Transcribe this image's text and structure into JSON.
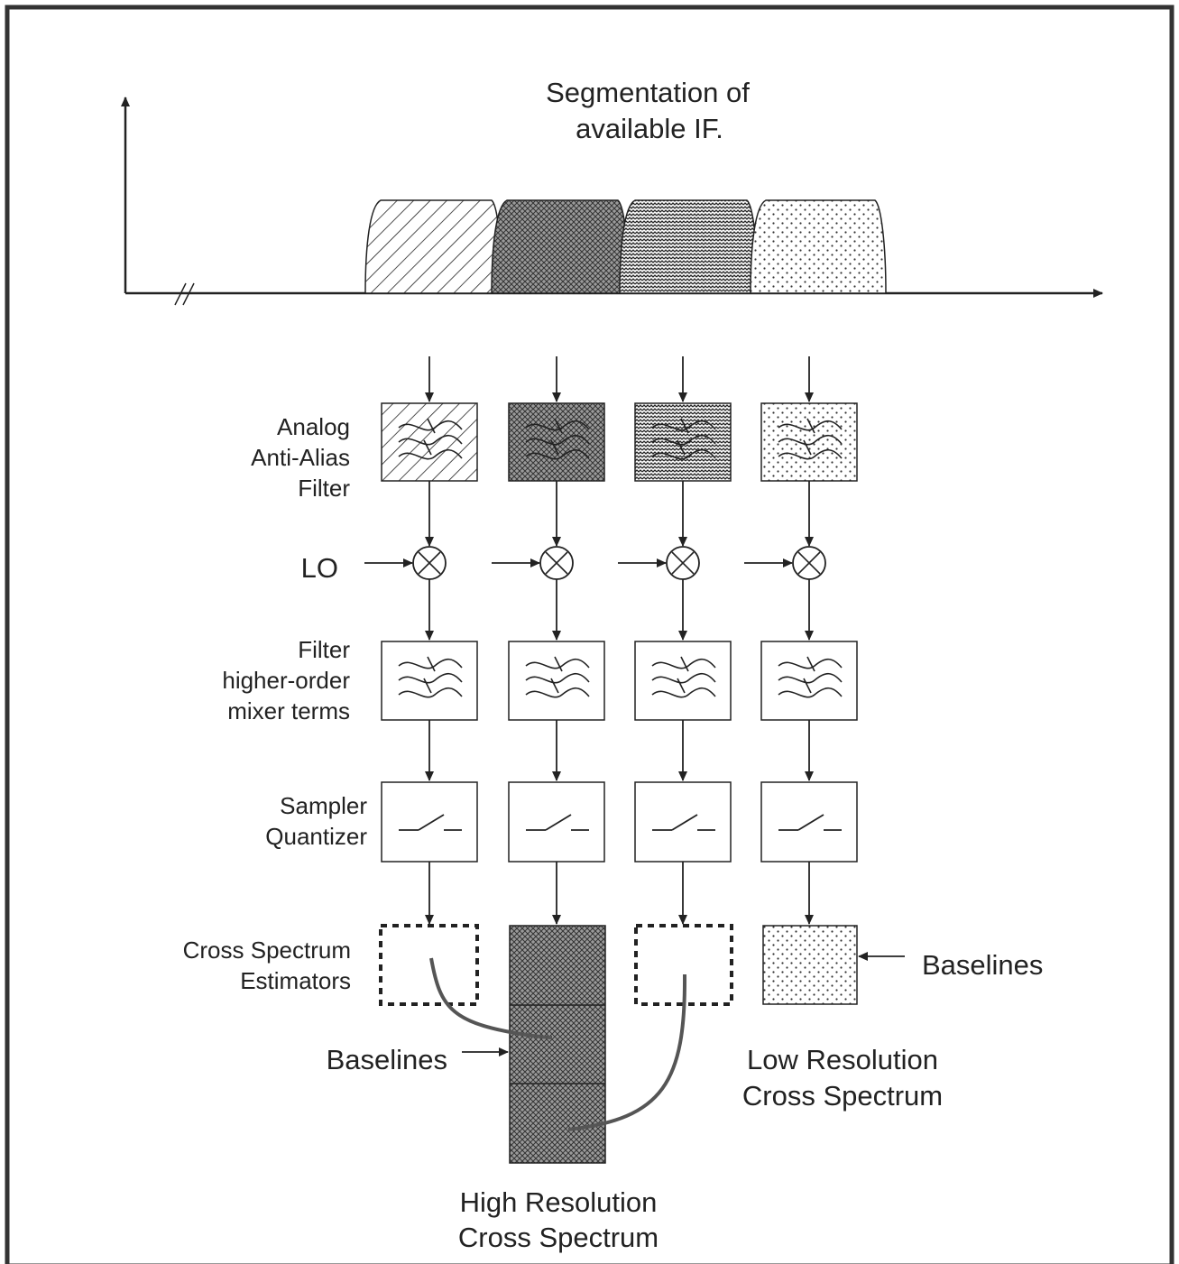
{
  "spectrum": {
    "title_line1": "Segmentation of",
    "title_line2": "available IF."
  },
  "row_labels": {
    "anti_alias": [
      "Analog",
      "Anti-Alias",
      "Filter"
    ],
    "lo": "LO",
    "filter_mixer": [
      "Filter",
      "higher-order",
      "mixer terms"
    ],
    "sampler": [
      "Sampler",
      "Quantizer"
    ],
    "cross_spectrum": [
      "Cross Spectrum",
      "Estimators"
    ]
  },
  "annotations": {
    "baselines_right": "Baselines",
    "baselines_left": "Baselines",
    "low_res": [
      "Low Resolution",
      "Cross Spectrum"
    ],
    "high_res": [
      "High Resolution",
      "Cross Spectrum"
    ]
  },
  "channels": [
    {
      "pattern": "diagonal-hatch"
    },
    {
      "pattern": "dense-crosshatch"
    },
    {
      "pattern": "wavy"
    },
    {
      "pattern": "dotted"
    }
  ]
}
